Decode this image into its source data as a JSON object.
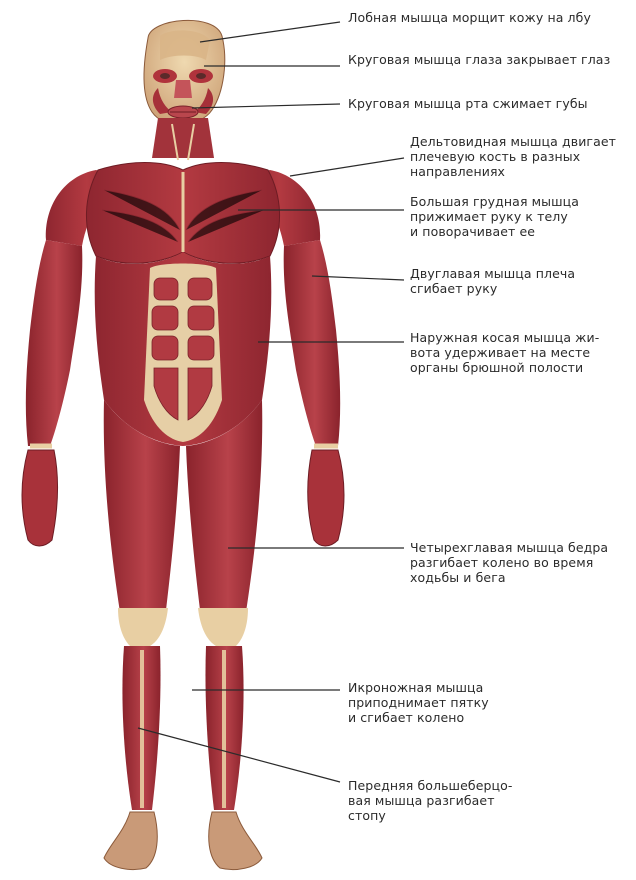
{
  "labels": {
    "frontalis": "Лобная мышца морщит кожу на лбу",
    "orbicularis_oculi": "Круговая мышца глаза закрывает глаз",
    "orbicularis_oris": "Круговая мышца рта сжимает губы",
    "deltoid": "Дельтовидная мышца двигает\nплечевую кость в разных\nнаправлениях",
    "pectoralis": "Большая грудная мышца\nприжимает руку к телу\nи поворачивает ее",
    "biceps": "Двуглавая мышца плеча\nсгибает руку",
    "oblique": "Наружная косая мышца жи-\nвота удерживает на месте\nорганы брюшной полости",
    "quadriceps": "Четырехглавая мышца бедра\nразгибает колено во время\nходьбы и бега",
    "gastrocnemius": "Икроножная мышца\nприподнимает пятку\nи сгибает колено",
    "tibialis": "Передняя большеберцо-\nвая мышца разгибает\nстопу"
  },
  "colors": {
    "muscle": "#a8323a",
    "muscle_dark": "#7e1f27",
    "tendon": "#ecd9b4",
    "skin_head": "#e3c79c",
    "leader_line": "#2b2b2b"
  }
}
